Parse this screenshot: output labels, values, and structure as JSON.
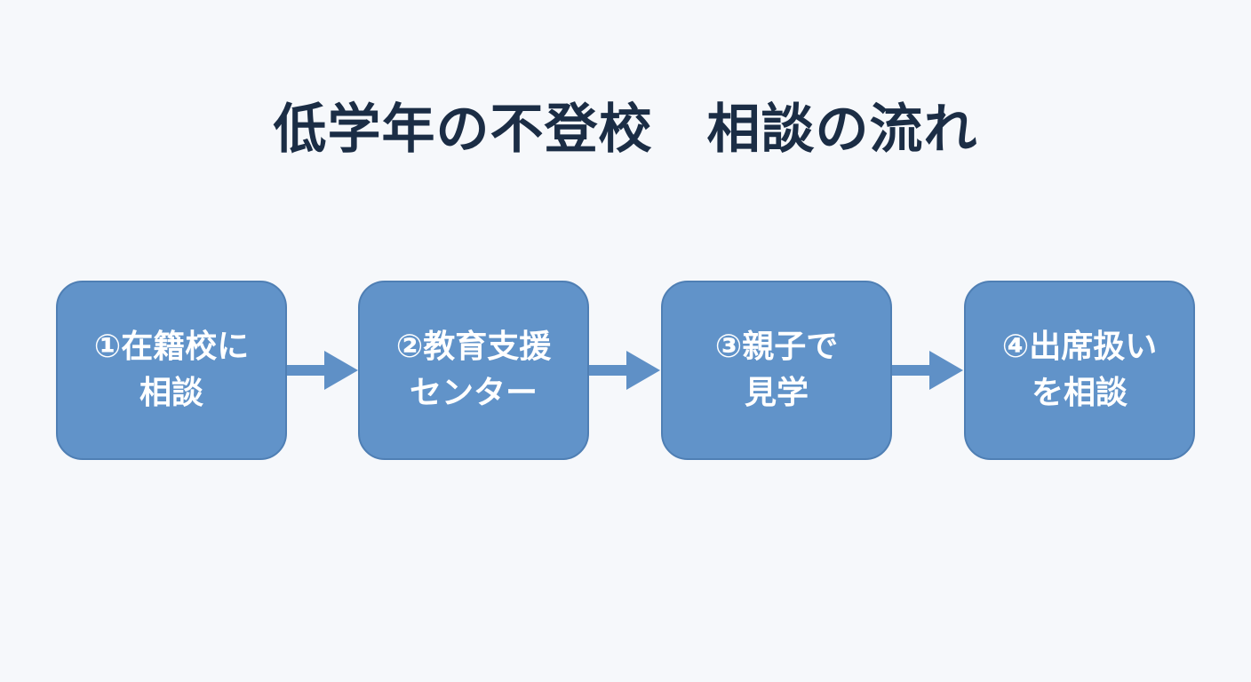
{
  "title": "低学年の不登校　相談の流れ",
  "colors": {
    "background": "#f6f8fb",
    "title": "#1b2d45",
    "box_fill": "#6193c9",
    "box_border": "#4f7fb4",
    "arrow": "#5f90c6",
    "box_text": "#ffffff"
  },
  "steps": [
    {
      "label": "①在籍校に\n相談"
    },
    {
      "label": "②教育支援\nセンター"
    },
    {
      "label": "③親子で\n見学"
    },
    {
      "label": "④出席扱い\nを相談"
    }
  ]
}
